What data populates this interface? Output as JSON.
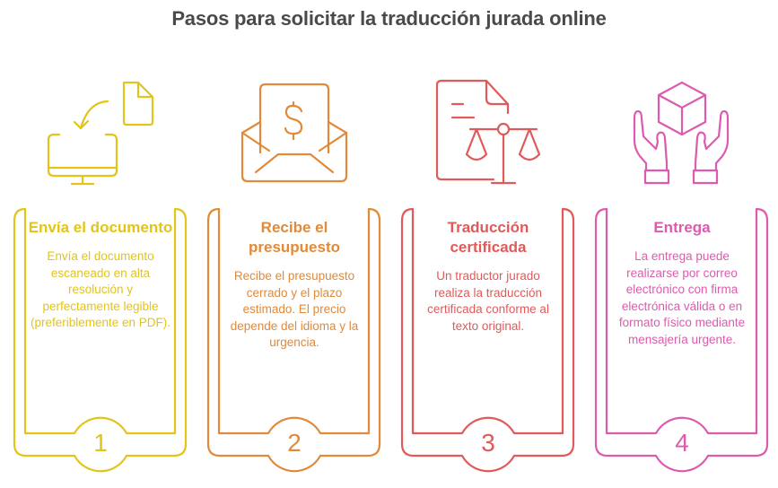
{
  "title": "Pasos para solicitar la traducción jurada online",
  "colors": {
    "title": "#4a4a4a",
    "step1": "#E2C518",
    "step2": "#E08A3A",
    "step3": "#E05A5A",
    "step4": "#DD5BAE"
  },
  "steps": [
    {
      "number": "1",
      "icon": "computer-receive-document-icon",
      "title": "Envía el documento",
      "description": "Envía el documento escaneado en alta resolución y perfectamente legible (preferiblemente en PDF)."
    },
    {
      "number": "2",
      "icon": "envelope-dollar-icon",
      "title": "Recibe el presupuesto",
      "description": "Recibe el presupuesto cerrado y el plazo estimado. El precio depende del idioma y la urgencia."
    },
    {
      "number": "3",
      "icon": "document-scales-icon",
      "title": "Traducción certificada",
      "description": "Un traductor jurado realiza la traducción certificada conforme al texto original."
    },
    {
      "number": "4",
      "icon": "hands-box-icon",
      "title": "Entrega",
      "description": "La entrega puede realizarse por correo electrónico con firma electrónica válida o en formato físico mediante mensajería urgente."
    }
  ]
}
